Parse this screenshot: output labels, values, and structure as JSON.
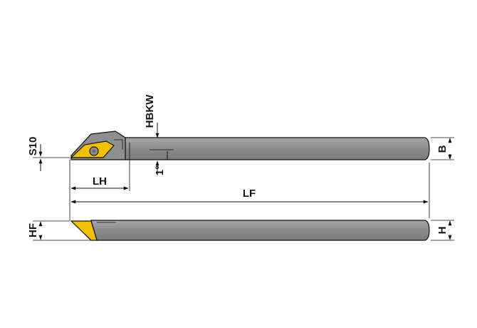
{
  "labels": {
    "s10": "S10",
    "hbkw": "HBKW",
    "angle": "1°",
    "b": "B",
    "lh": "LH",
    "lf": "LF",
    "hf": "HF",
    "h": "H"
  },
  "colors": {
    "shank": "#8a8a8a",
    "shank_highlight": "#b4b4b4",
    "insert": "#f2c200",
    "insert_dark": "#c99a00",
    "line": "#111111"
  }
}
